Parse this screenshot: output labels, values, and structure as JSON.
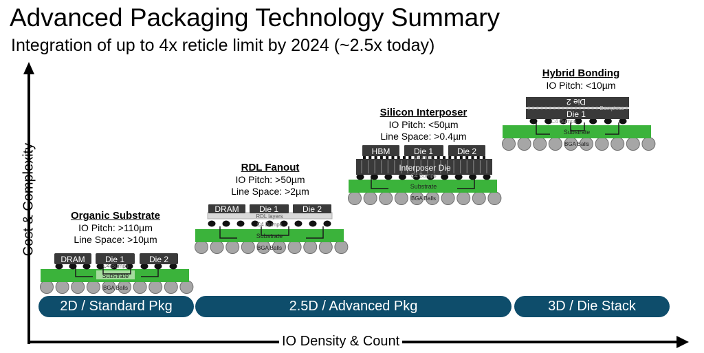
{
  "header": {
    "title": "Advanced Packaging Technology Summary",
    "subtitle": "Integration of up to 4x reticle limit by 2024 (~2.5x today)"
  },
  "axes": {
    "y_label": "Cost & Complexity",
    "x_label": "IO Density & Count"
  },
  "categories": [
    {
      "label": "2D / Standard Pkg"
    },
    {
      "label": "2.5D / Advanced Pkg"
    },
    {
      "label": "3D / Die Stack"
    }
  ],
  "packages": {
    "organic": {
      "name": "Organic Substrate",
      "spec1": "IO Pitch: >110µm",
      "spec2": "Line Space: >10µm",
      "dies": [
        "DRAM",
        "Die 1",
        "Die 2"
      ],
      "bumps": "C4 Bumps",
      "substrate": "Substrate",
      "balls": "BGA Balls"
    },
    "rdl": {
      "name": "RDL Fanout",
      "spec1": "IO Pitch: >50µm",
      "spec2": "Line Space: >2µm",
      "dies": [
        "DRAM",
        "Die 1",
        "Die 2"
      ],
      "layer": "RDL layers",
      "bumps": "C4 Bumps",
      "substrate": "Substrate",
      "balls": "BGA Balls"
    },
    "interposer": {
      "name": "Silicon Interposer",
      "spec1": "IO Pitch: <50µm",
      "spec2": "Line Space: >0.4µm",
      "dies": [
        "HBM",
        "Die 1",
        "Die 2"
      ],
      "microbumps": "µBumps",
      "interposer": "Interposer Die",
      "bumps": "C4 Bumps",
      "substrate": "Substrate",
      "balls": "BGA Balls"
    },
    "hybrid": {
      "name": "Hybrid Bonding",
      "spec1": "IO Pitch: <10µm",
      "top_die": "Die 2",
      "bottom_die": "Die 1",
      "bumpless": "Bumpless",
      "bumps": "C4 Bumps",
      "substrate": "Substrate",
      "balls": "BGA Balls"
    }
  },
  "colors": {
    "band": "#0e4d6b",
    "substrate": "#3bb33b",
    "die": "#3a3a3a",
    "ball": "#a6a6a6",
    "bump": "#111111"
  }
}
